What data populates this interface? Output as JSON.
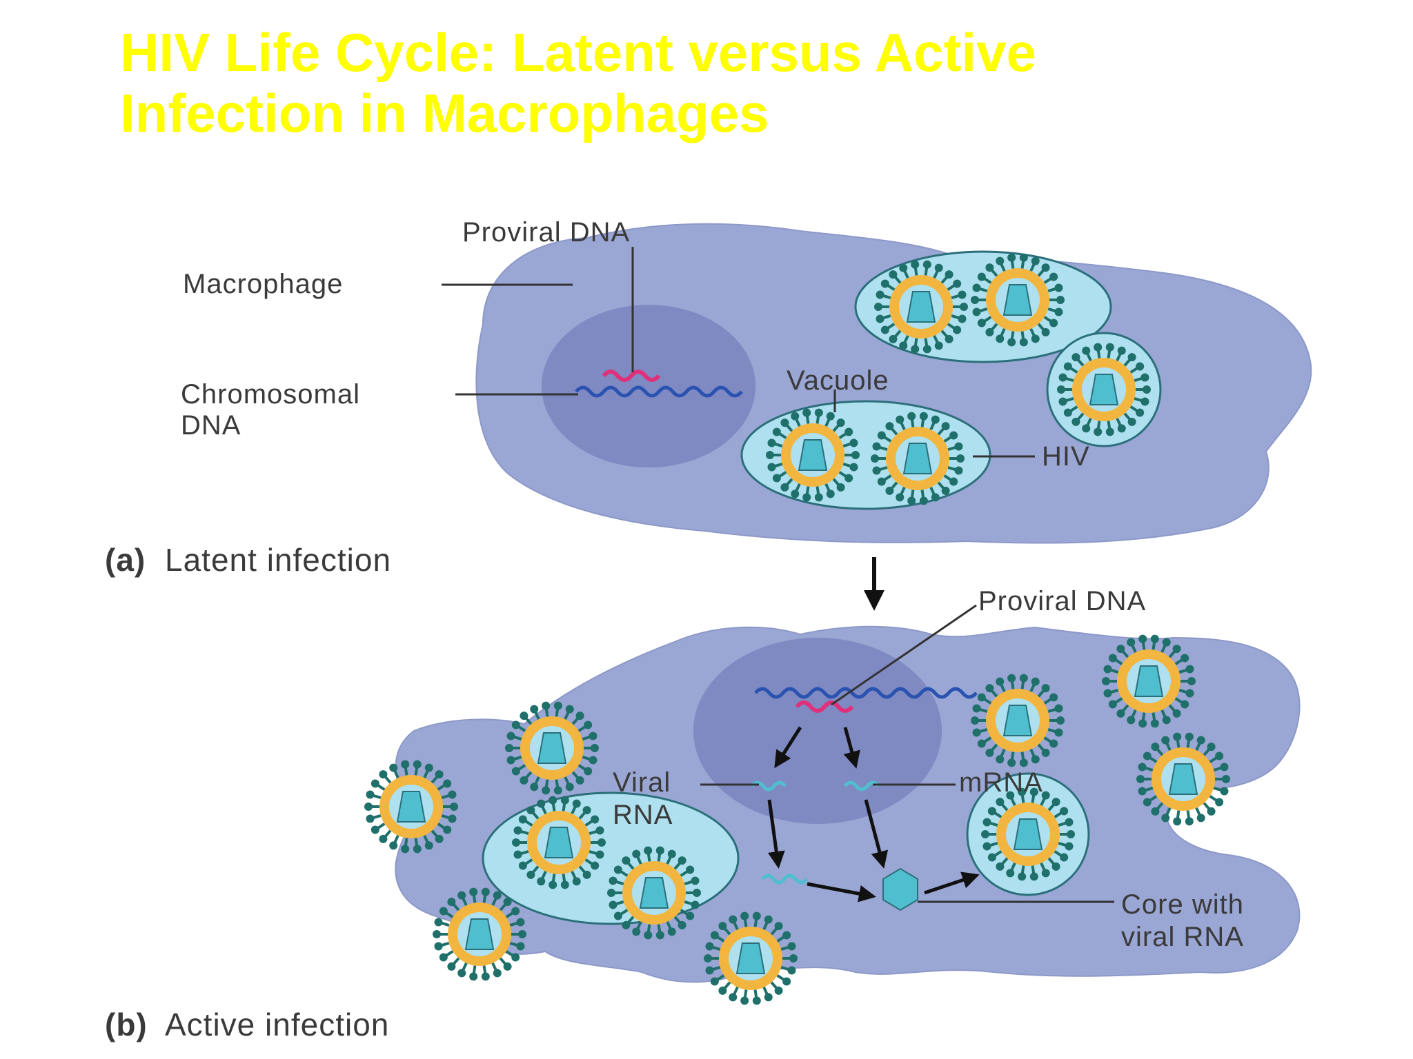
{
  "title": {
    "line1": "HIV Life Cycle: Latent versus Active",
    "line2": "Infection in Macrophages"
  },
  "labels": {
    "proviral_dna_top": "Proviral DNA",
    "macrophage": "Macrophage",
    "chromosomal_line1": "Chromosomal",
    "chromosomal_line2": "DNA",
    "vacuole": "Vacuole",
    "hiv": "HIV",
    "proviral_dna_bottom": "Proviral DNA",
    "viral_rna_line1": "Viral",
    "viral_rna_line2": "RNA",
    "mrna": "mRNA",
    "core_line1": "Core with",
    "core_line2": "viral RNA"
  },
  "captions": {
    "a_letter": "(a)",
    "a_text": "Latent infection",
    "b_letter": "(b)",
    "b_text": "Active infection"
  },
  "colors": {
    "title": "#ffff00",
    "cell": "#9aa6d4",
    "nucleus": "#7f89c2",
    "vacuole": "#aee0ef",
    "capsid_ring": "#f2b640",
    "core": "#4fbfd0",
    "spike": "#1f6f6a",
    "proviral": "#e0307a",
    "chromosomal": "#2a52b0"
  }
}
